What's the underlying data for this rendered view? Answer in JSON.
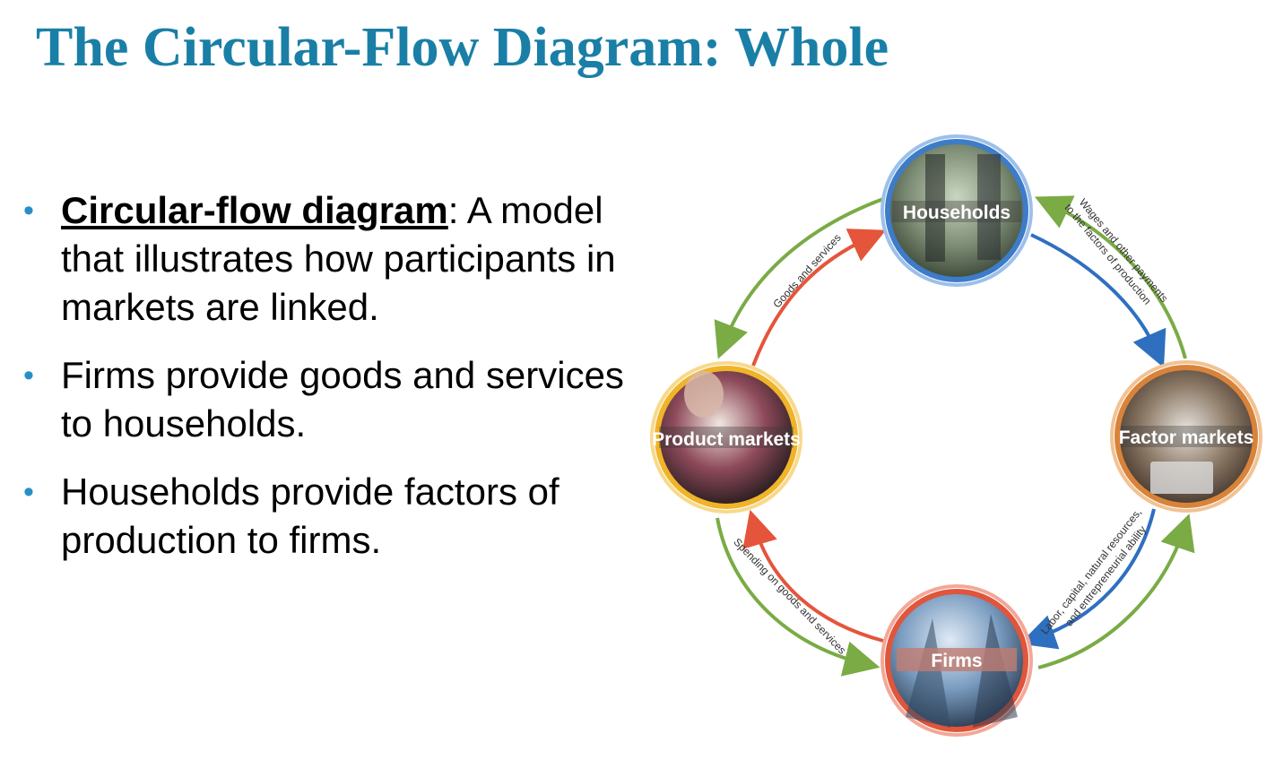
{
  "slide": {
    "title": "The Circular-Flow Diagram: Whole",
    "bullets": [
      {
        "term": "Circular-flow diagram",
        "text": ": A model that illustrates how participants in markets are linked."
      },
      {
        "term": "",
        "text": "Firms provide goods and services to households."
      },
      {
        "term": "",
        "text": "Households provide factors of production to firms."
      }
    ]
  },
  "diagram": {
    "nodes": {
      "households": "Households",
      "factor_markets": "Factor markets",
      "firms": "Firms",
      "product_markets": "Product markets"
    },
    "flows": {
      "goods_and_services": "Goods and services",
      "wages_line1": "Wages and other payments",
      "wages_line2": "to the factors of production",
      "labor_line1": "Labor, capital, natural resources,",
      "labor_line2": "and entrepreneurial ability",
      "spending": "Spending on goods and services"
    },
    "colors": {
      "households_ring": "#3d7cc9",
      "factor_ring": "#d9833a",
      "firms_ring": "#e0553b",
      "product_ring": "#f0b429",
      "money_arrow_green": "#7aab45",
      "red_arrow": "#e4553b",
      "blue_arrow": "#2f6fc0"
    }
  }
}
